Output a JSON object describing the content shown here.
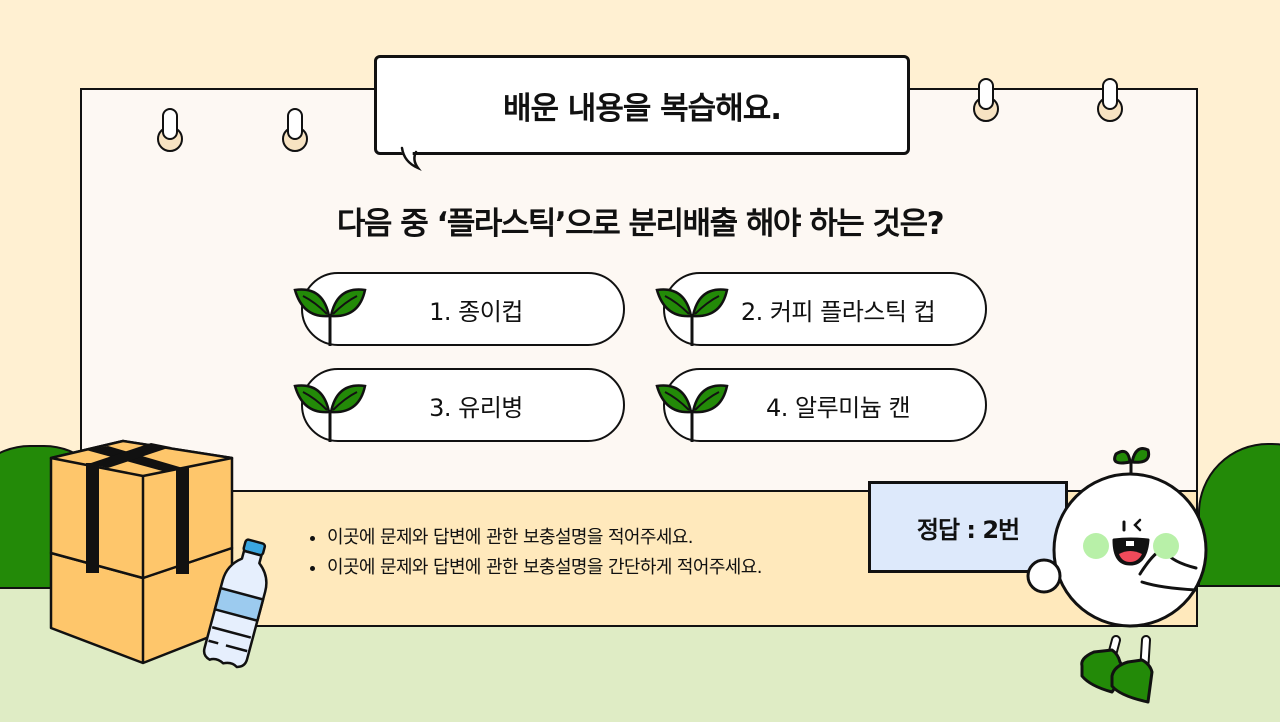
{
  "slide": {
    "title": "배운 내용을 복습해요.",
    "question": "다음 중 ‘플라스틱’으로 분리배출 해야 하는 것은?",
    "options": [
      {
        "label": "1. 종이컵"
      },
      {
        "label": "2. 커피 플라스틱 컵"
      },
      {
        "label": "3. 유리병"
      },
      {
        "label": "4. 알루미늄 캔"
      }
    ],
    "notes": [
      "이곳에 문제와 답변에 관한 보충설명을 적어주세요.",
      "이곳에 문제와 답변에 관한 보충설명을 간단하게 적어주세요."
    ],
    "answer": "정답 : 2번"
  },
  "icons": {
    "option_icon": "sprout-icon",
    "decorations": [
      "binder-ring-icon",
      "cardboard-box-icon",
      "plastic-bottle-icon",
      "sprout-mascot-icon",
      "bush-icon"
    ]
  },
  "colors": {
    "background": "#fff0d2",
    "board": "#fdf8f3",
    "info_panel": "#ffe9bc",
    "ground": "#dfecc5",
    "leaf_green": "#238a08",
    "answer_card": "#dde9fb",
    "box": "#fec66b",
    "cheek": "#b8f0a8",
    "mouth": "#f04a5a"
  }
}
